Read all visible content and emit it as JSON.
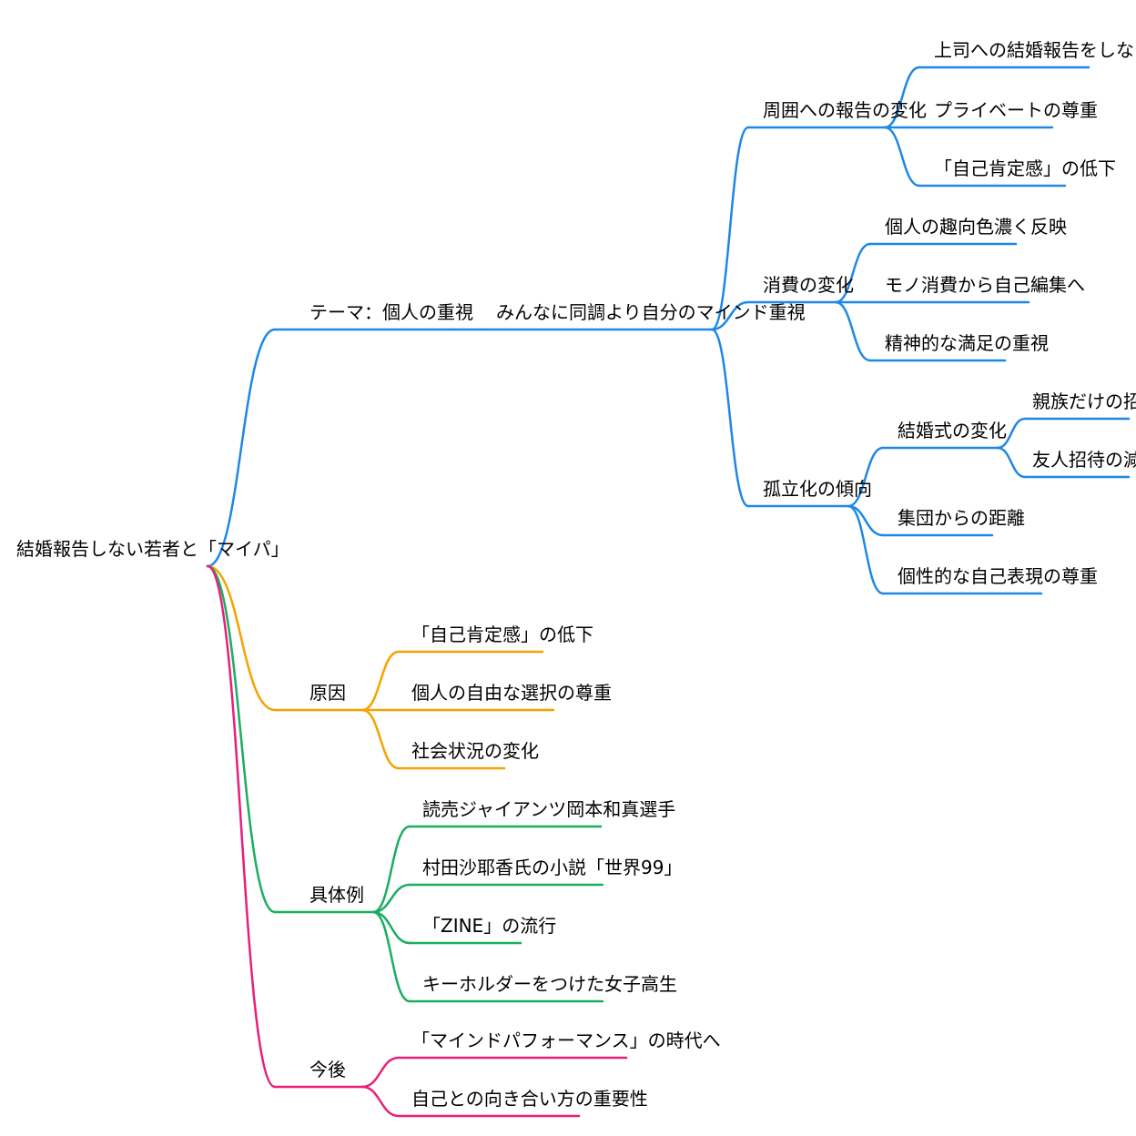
{
  "colors": {
    "theme": "#1e88e5",
    "cause": "#f4a300",
    "examples": "#1aae5e",
    "future": "#e91e7a"
  },
  "root": {
    "label": "結婚報告しない若者と「マイパ」"
  },
  "branches": [
    {
      "id": "theme",
      "label": "テーマ：個人の重視",
      "children": [
        {
          "label": "みんなに同調より自分のマインド重視",
          "children": [
            {
              "label": "周囲への報告の変化",
              "children": [
                {
                  "label": "上司への結婚報告をしない"
                },
                {
                  "label": "プライベートの尊重"
                },
                {
                  "label": "「自己肯定感」の低下"
                }
              ]
            },
            {
              "label": "消費の変化",
              "children": [
                {
                  "label": "個人の趣向色濃く反映"
                },
                {
                  "label": "モノ消費から自己編集へ"
                },
                {
                  "label": "精神的な満足の重視"
                }
              ]
            },
            {
              "label": "孤立化の傾向",
              "children": [
                {
                  "label": "結婚式の変化",
                  "children": [
                    {
                      "label": "親族だけの招待"
                    },
                    {
                      "label": "友人招待の減少"
                    }
                  ]
                },
                {
                  "label": "集団からの距離"
                },
                {
                  "label": "個性的な自己表現の尊重"
                }
              ]
            }
          ]
        }
      ]
    },
    {
      "id": "cause",
      "label": "原因",
      "children": [
        {
          "label": "「自己肯定感」の低下"
        },
        {
          "label": "個人の自由な選択の尊重"
        },
        {
          "label": "社会状況の変化"
        }
      ]
    },
    {
      "id": "examples",
      "label": "具体例",
      "children": [
        {
          "label": "読売ジャイアンツ岡本和真選手"
        },
        {
          "label": "村田沙耶香氏の小説「世界99」"
        },
        {
          "label": "「ZINE」の流行"
        },
        {
          "label": "キーホルダーをつけた女子高生"
        }
      ]
    },
    {
      "id": "future",
      "label": "今後",
      "children": [
        {
          "label": "「マインドパフォーマンス」の時代へ"
        },
        {
          "label": "自己との向き合い方の重要性"
        }
      ]
    }
  ]
}
